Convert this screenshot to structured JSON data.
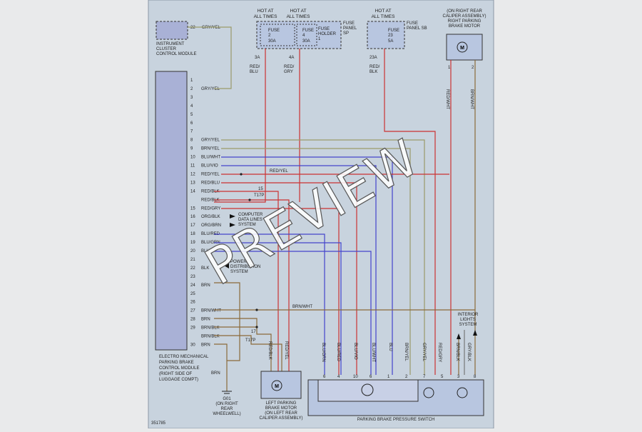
{
  "colors": {
    "page_bg": "#e9eaeb",
    "diagram_bg": "#c8d3de",
    "module_fill": "#a9b1d6",
    "fuse_fill": "#b8c6e0",
    "wire_red": "#cc3333",
    "wire_blue": "#4444cc",
    "wire_olive": "#9a9a6a",
    "wire_brown": "#8a6a3a",
    "wire_gray": "#777777",
    "wire_black": "#222222"
  },
  "fuses": {
    "f2_top": "HOT AT",
    "f2_bot": "ALL TIMES",
    "f4_top": "HOT AT",
    "f4_bot": "ALL TIMES",
    "f23_top": "HOT AT",
    "f23_bot": "ALL TIMES",
    "f2_name": "FUSE",
    "f2_num": "2",
    "f2_amp": "30A",
    "f4_name": "FUSE",
    "f4_num": "4",
    "f4_amp": "30A",
    "holder_1": "FUSE",
    "holder_2": "HOLDER",
    "holder_3": "1",
    "panel_sp_1": "FUSE",
    "panel_sp_2": "PANEL",
    "panel_sp_3": "SP",
    "f23_name": "FUSE",
    "f23_num": "23",
    "f23_amp": "5A",
    "panel_sb_1": "FUSE",
    "panel_sb_2": "PANEL SB",
    "out_3a": "3A",
    "out_4a": "4A",
    "out_23a": "23A",
    "c3a_1": "RED/",
    "c3a_2": "BLU",
    "c4a_1": "RED/",
    "c4a_2": "GRY",
    "c23a_1": "RED/",
    "c23a_2": "BLK"
  },
  "cluster": {
    "pin": "22",
    "color": "GRY/YEL",
    "name_1": "INSTRUMENT",
    "name_2": "CLUSTER",
    "name_3": "CONTROL MODULE"
  },
  "rear_motor": {
    "loc_1": "(ON RIGHT REAR",
    "loc_2": "CALIPER ASSEMBLY)",
    "name_1": "RIGHT PARKING",
    "name_2": "BRAKE MOTOR",
    "pin1": "1",
    "pin2": "2",
    "wire1": "RED/WHT",
    "wire2": "BRN/WHT"
  },
  "module": {
    "pins": [
      {
        "num": "1",
        "color": ""
      },
      {
        "num": "2",
        "color": "GRY/YEL"
      },
      {
        "num": "3",
        "color": ""
      },
      {
        "num": "4",
        "color": ""
      },
      {
        "num": "5",
        "color": ""
      },
      {
        "num": "6",
        "color": ""
      },
      {
        "num": "7",
        "color": ""
      },
      {
        "num": "8",
        "color": "GRY/YEL"
      },
      {
        "num": "9",
        "color": "BRN/YEL"
      },
      {
        "num": "10",
        "color": "BLU/WHT"
      },
      {
        "num": "11",
        "color": "BLU/VIO"
      },
      {
        "num": "12",
        "color": "RED/YEL"
      },
      {
        "num": "13",
        "color": "RED/BLU"
      },
      {
        "num": "14",
        "color": "RED/BLK"
      },
      {
        "num": "",
        "color": "RED/BLK"
      },
      {
        "num": "15",
        "color": "RED/GRY"
      },
      {
        "num": "16",
        "color": "ORG/BLK"
      },
      {
        "num": "17",
        "color": "ORG/BRN"
      },
      {
        "num": "18",
        "color": "BLU/RED"
      },
      {
        "num": "19",
        "color": "BLU/GRN"
      },
      {
        "num": "20",
        "color": "BLU"
      },
      {
        "num": "21",
        "color": ""
      },
      {
        "num": "22",
        "color": "BLK"
      },
      {
        "num": "23",
        "color": ""
      },
      {
        "num": "24",
        "color": "BRN"
      },
      {
        "num": "25",
        "color": ""
      },
      {
        "num": "26",
        "color": ""
      },
      {
        "num": "27",
        "color": "BRN/WHT"
      },
      {
        "num": "28",
        "color": "BRN"
      },
      {
        "num": "29",
        "color": "BRN/BLK"
      },
      {
        "num": "",
        "color": "BRN/BLK"
      },
      {
        "num": "30",
        "color": "BRN"
      }
    ],
    "name_1": "ELECTRO MECHANICAL",
    "name_2": "PARKING BRAKE",
    "name_3": "CONTROL MODULE",
    "name_4": "(RIGHT SIDE OF",
    "name_5": "LUGGAGE COMPT)"
  },
  "labels": {
    "red_yel": "RED/YEL",
    "brn_wht": "BRN/WHT",
    "splice15": "15",
    "t17p_a": "T17P",
    "splice17": "17",
    "t17p_b": "T17P",
    "comp_1": "COMPUTER",
    "comp_2": "DATA LINES",
    "comp_3": "SYSTEM",
    "power_1": "POWER",
    "power_2": "DISTRIBUTION",
    "power_3": "SYSTEM",
    "ground_wire": "BRN",
    "g_1": "G01",
    "g_2": "(ON RIGHT",
    "g_3": "REAR",
    "g_4": "WHEELWELL)",
    "interior_1": "INTERIOR",
    "interior_2": "LIGHTS",
    "interior_3": "SYSTEM",
    "left_motor_1": "LEFT PARKING",
    "left_motor_2": "BRAKE MOTOR",
    "left_motor_3": "(ON LEFT REAR",
    "left_motor_4": "CALIPER ASSEMBLY)",
    "switch_name": "PARKING BRAKE PRESSURE SWITCH",
    "figure_id": "351785"
  },
  "bottom_wires": {
    "lm_a": "RED/BLK",
    "lm_b": "RED/YEL",
    "v450": "BLU/GRN",
    "v475": "BLU/RED",
    "v500": "BLU/VIO",
    "v525": "BLU/WHT",
    "v550": "BLU",
    "v570": "BRN/YEL",
    "v595": "GRY/YEL",
    "v620": "RED/GRY",
    "v642": "BRN/BLK",
    "v658": "GRY/BLK"
  },
  "switch_pins": [
    "6",
    "4",
    "10",
    "6",
    "1",
    "2",
    "7",
    "5",
    "3",
    "8"
  ],
  "watermark": "PREVIEW"
}
